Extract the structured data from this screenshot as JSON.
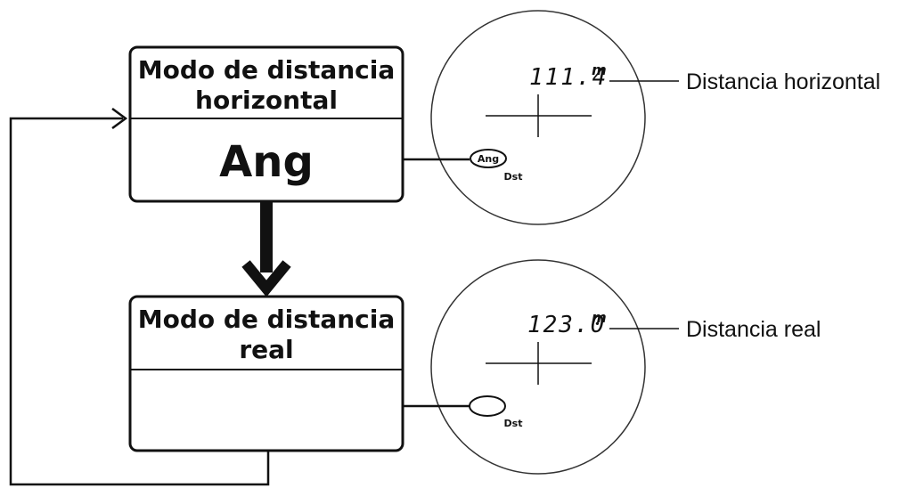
{
  "modes": [
    {
      "title_line1": "Modo de distancia",
      "title_line2": "horizontal",
      "button_label": "Ang",
      "display": {
        "readout": "111.4",
        "unit": "m",
        "indicator_label": "Ang",
        "indicator_sub": "Dst",
        "callout": "Distancia horizontal"
      }
    },
    {
      "title_line1": "Modo de distancia",
      "title_line2": "real",
      "button_label": "",
      "display": {
        "readout": "123.0",
        "unit": "m",
        "indicator_label": "",
        "indicator_sub": "Dst",
        "callout": "Distancia real"
      }
    }
  ]
}
